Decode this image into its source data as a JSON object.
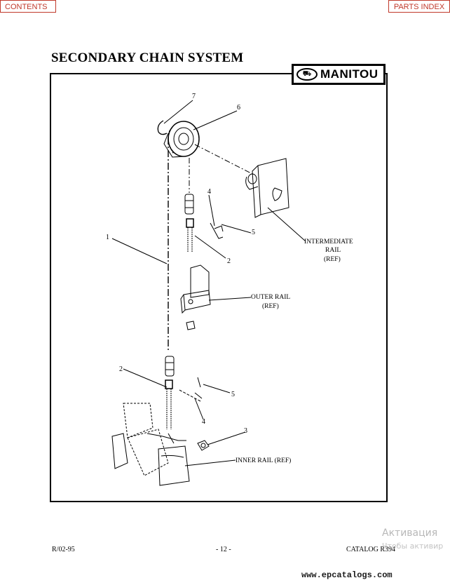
{
  "nav": {
    "contents": "CONTENTS",
    "parts_index": "PARTS INDEX"
  },
  "title": "SECONDARY CHAIN SYSTEM",
  "logo": {
    "text": "MANITOU"
  },
  "callouts": {
    "n1": "1",
    "n2a": "2",
    "n2b": "2",
    "n3": "3",
    "n4a": "4",
    "n4b": "4",
    "n5a": "5",
    "n5b": "5",
    "n6": "6",
    "n7": "7"
  },
  "references": {
    "intermediate_1": "INTERMEDIATE",
    "intermediate_2": "RAIL",
    "intermediate_3": "(REF)",
    "outer_1": "OUTER RAIL",
    "outer_2": "(REF)",
    "inner": "INNER RAIL (REF)"
  },
  "footer": {
    "left": "R/02-95",
    "center": "- 12 -",
    "right": "CATALOG R394"
  },
  "watermark": {
    "line1": "Активация",
    "line2": "Чтобы активир"
  },
  "site": "www.epcatalogs.com"
}
